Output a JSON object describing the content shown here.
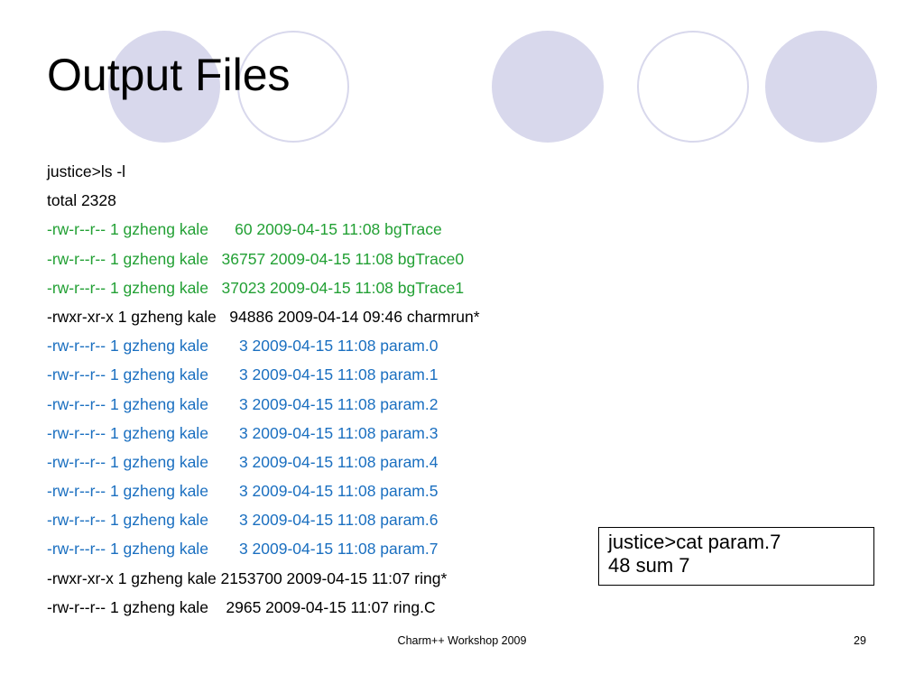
{
  "slide": {
    "title": "Output Files",
    "colors": {
      "green": "#22a034",
      "blue": "#1a6fc0",
      "black": "#000000",
      "circle": "#d8d8ec"
    }
  },
  "listing": [
    {
      "text": "justice>ls -l",
      "color": "black"
    },
    {
      "text": "total 2328",
      "color": "black"
    },
    {
      "text": "-rw-r--r-- 1 gzheng kale      60 2009-04-15 11:08 bgTrace",
      "color": "green"
    },
    {
      "text": "-rw-r--r-- 1 gzheng kale   36757 2009-04-15 11:08 bgTrace0",
      "color": "green"
    },
    {
      "text": "-rw-r--r-- 1 gzheng kale   37023 2009-04-15 11:08 bgTrace1",
      "color": "green"
    },
    {
      "text": "-rwxr-xr-x 1 gzheng kale   94886 2009-04-14 09:46 charmrun*",
      "color": "black"
    },
    {
      "text": "-rw-r--r-- 1 gzheng kale       3 2009-04-15 11:08 param.0",
      "color": "blue"
    },
    {
      "text": "-rw-r--r-- 1 gzheng kale       3 2009-04-15 11:08 param.1",
      "color": "blue"
    },
    {
      "text": "-rw-r--r-- 1 gzheng kale       3 2009-04-15 11:08 param.2",
      "color": "blue"
    },
    {
      "text": "-rw-r--r-- 1 gzheng kale       3 2009-04-15 11:08 param.3",
      "color": "blue"
    },
    {
      "text": "-rw-r--r-- 1 gzheng kale       3 2009-04-15 11:08 param.4",
      "color": "blue"
    },
    {
      "text": "-rw-r--r-- 1 gzheng kale       3 2009-04-15 11:08 param.5",
      "color": "blue"
    },
    {
      "text": "-rw-r--r-- 1 gzheng kale       3 2009-04-15 11:08 param.6",
      "color": "blue"
    },
    {
      "text": "-rw-r--r-- 1 gzheng kale       3 2009-04-15 11:08 param.7",
      "color": "blue"
    },
    {
      "text": "-rwxr-xr-x 1 gzheng kale 2153700 2009-04-15 11:07 ring*",
      "color": "black"
    },
    {
      "text": "-rw-r--r-- 1 gzheng kale    2965 2009-04-15 11:07 ring.C",
      "color": "black"
    }
  ],
  "callout": {
    "line1": "justice>cat param.7",
    "line2": "48 sum 7"
  },
  "footer": {
    "center": "Charm++ Workshop 2009",
    "page": "29"
  }
}
